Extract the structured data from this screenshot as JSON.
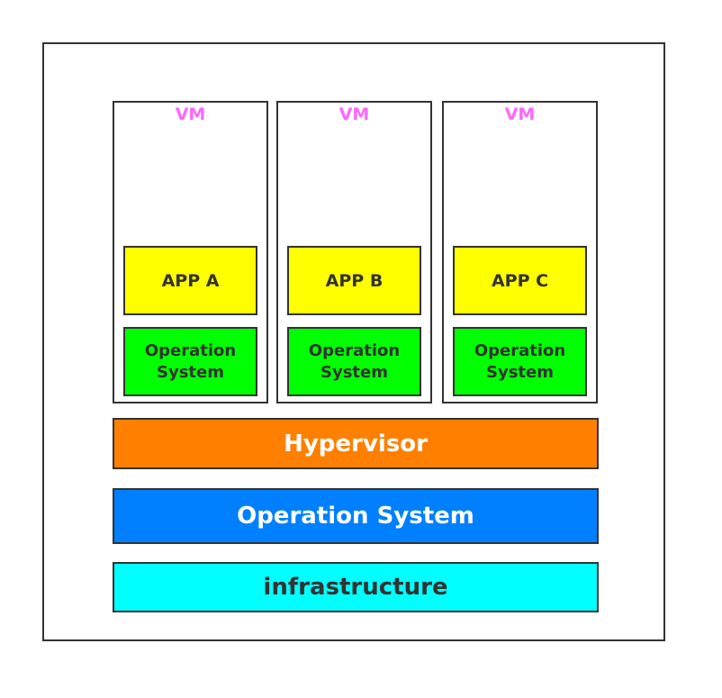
{
  "vms": [
    {
      "label": "VM",
      "app": "APP A",
      "os_line1": "Operation",
      "os_line2": "System"
    },
    {
      "label": "VM",
      "app": "APP B",
      "os_line1": "Operation",
      "os_line2": "System"
    },
    {
      "label": "VM",
      "app": "APP C",
      "os_line1": "Operation",
      "os_line2": "System"
    }
  ],
  "layers": {
    "hypervisor": "Hypervisor",
    "host_os": "Operation System",
    "infrastructure": "infrastructure"
  },
  "colors": {
    "vm_label": "#ff66ff",
    "app": "#ffff00",
    "guest_os": "#00ff00",
    "hypervisor": "#ff8000",
    "host_os": "#0080ff",
    "infrastructure": "#00ffff"
  }
}
